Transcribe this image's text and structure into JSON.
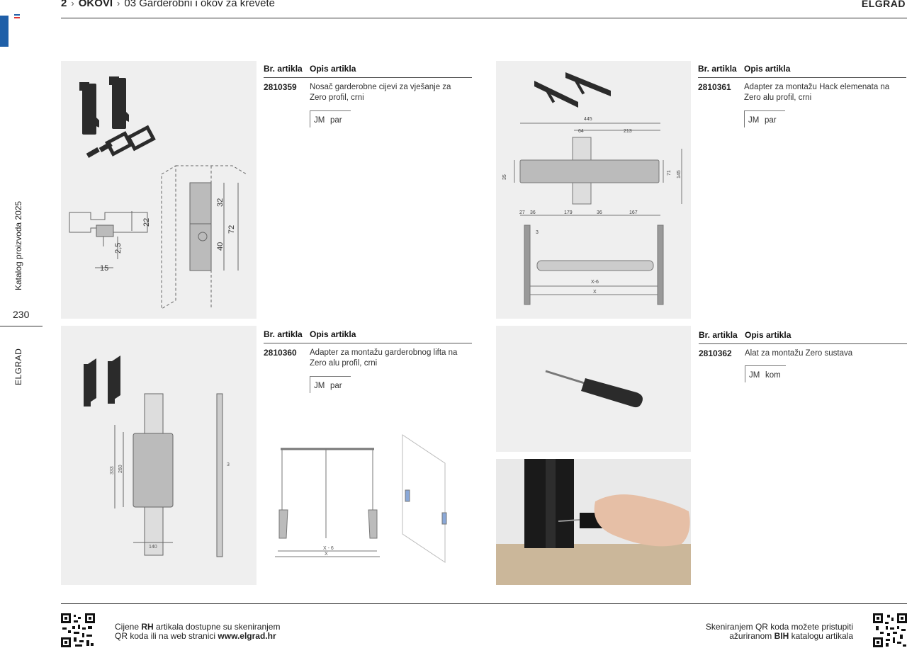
{
  "header": {
    "crumb_1": "2",
    "crumb_2": "OKOVI",
    "crumb_3_num": "03",
    "crumb_3_text": "Garderobni i okov za krevete",
    "brand": "ELGRAD"
  },
  "sidebar": {
    "catalog": "Katalog proizvoda 2025",
    "page_number": "230",
    "brand": "ELGRAD"
  },
  "table_headers": {
    "code": "Br. artikla",
    "description": "Opis artikla"
  },
  "products": [
    {
      "code": "2810359",
      "description": "Nosač garderobne cijevi za vješanje za Zero profil, crni",
      "unit_label": "JM",
      "unit": "par"
    },
    {
      "code": "2810360",
      "description": "Adapter za montažu garderobnog lifta na Zero alu profil, crni",
      "unit_label": "JM",
      "unit": "par"
    },
    {
      "code": "2810361",
      "description": "Adapter za montažu Hack elemenata na Zero alu profil, crni",
      "unit_label": "JM",
      "unit": "par"
    },
    {
      "code": "2810362",
      "description": "Alat za montažu Zero sustava",
      "unit_label": "JM",
      "unit": "kom"
    }
  ],
  "drawing_labels": {
    "d1": {
      "a": "15",
      "b": "2,5",
      "c": "22",
      "d": "32",
      "e": "72",
      "f": "40"
    },
    "d2": {
      "a": "333",
      "b": "260",
      "c": "140",
      "d": "3"
    },
    "d3": {
      "a": "X - 6",
      "b": "X"
    },
    "d4": {
      "a": "445",
      "b": "64",
      "c": "213",
      "d": "35",
      "e": "71",
      "f": "145",
      "g": "27",
      "h": "36",
      "i": "179",
      "j": "36",
      "k": "167"
    },
    "d5": {
      "a": "3",
      "b": "X-6",
      "c": "X"
    }
  },
  "footer": {
    "left_pre": "Cijene ",
    "left_bold": "RH",
    "left_mid": " artikala dostupne su skeniranjem",
    "left_line2_pre": "QR koda ili na web stranici ",
    "left_link": "www.elgrad.hr",
    "right_line1": "Skeniranjem QR koda možete pristupiti",
    "right_line2_pre": "ažuriranom ",
    "right_bold": "BIH",
    "right_line2_post": " katalogu artikala"
  },
  "colors": {
    "accent": "#1f5fa8",
    "panel": "#efefef",
    "part": "#2b2b2b"
  }
}
